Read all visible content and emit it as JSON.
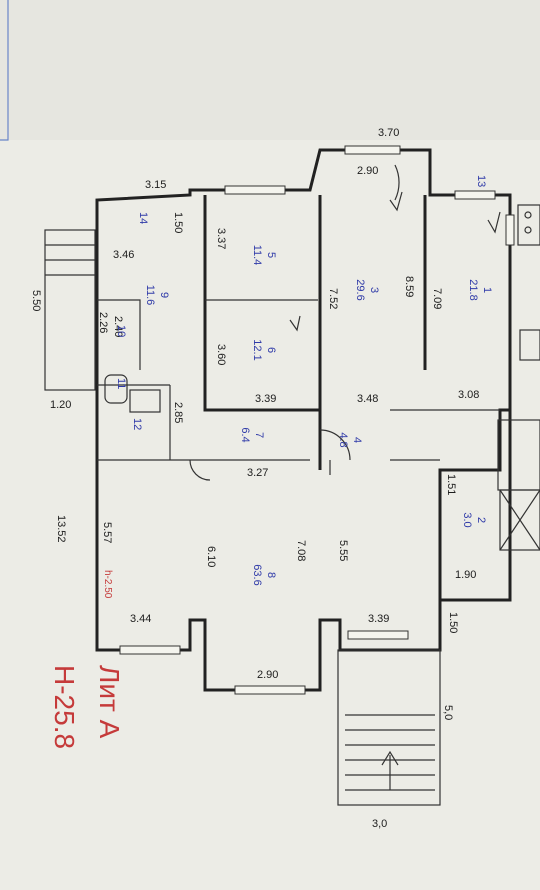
{
  "colors": {
    "paper": "#ecece6",
    "wall": "#222222",
    "room_label": "#2f3aa8",
    "red_text": "#c53a3a"
  },
  "dimensions": {
    "d370": "3.70",
    "d290a": "2.90",
    "d315": "3.15",
    "d150a": "1.50",
    "d346": "3.46",
    "d337": "3.37",
    "d550a": "5.50",
    "d226": "2.26",
    "d240": "2.40",
    "d120": "1.20",
    "d360": "3.60",
    "d752": "7.52",
    "d859": "8.59",
    "d709": "7.09",
    "d339a": "3.39",
    "d348": "3.48",
    "d308": "3.08",
    "d285": "2.85",
    "d327": "3.27",
    "d151": "1.51",
    "d1352": "13.52",
    "d557": "5.57",
    "d610": "6.10",
    "d708": "7.08",
    "d555": "5.55",
    "d190": "1.90",
    "d344": "3.44",
    "d339b": "3.39",
    "d150b": "1.50",
    "d290b": "2.90",
    "d50": "5,0",
    "d30": "3,0"
  },
  "rooms": [
    {
      "num": "1",
      "area": "21.8"
    },
    {
      "num": "2",
      "area": "3.0"
    },
    {
      "num": "3",
      "area": "29.6"
    },
    {
      "num": "4",
      "area": "4.8"
    },
    {
      "num": "5",
      "area": "11.4"
    },
    {
      "num": "6",
      "area": "12.1"
    },
    {
      "num": "7",
      "area": "6.4"
    },
    {
      "num": "8",
      "area": "63.6"
    },
    {
      "num": "9",
      "area": "11.6"
    },
    {
      "num": "10",
      "area": ""
    },
    {
      "num": "11",
      "area": ""
    },
    {
      "num": "12",
      "area": ""
    },
    {
      "num": "13",
      "area": ""
    },
    {
      "num": "14",
      "area": ""
    }
  ],
  "height_note": "h-2.50",
  "lit_title": "Лит А",
  "lit_height": "Н-25.8"
}
